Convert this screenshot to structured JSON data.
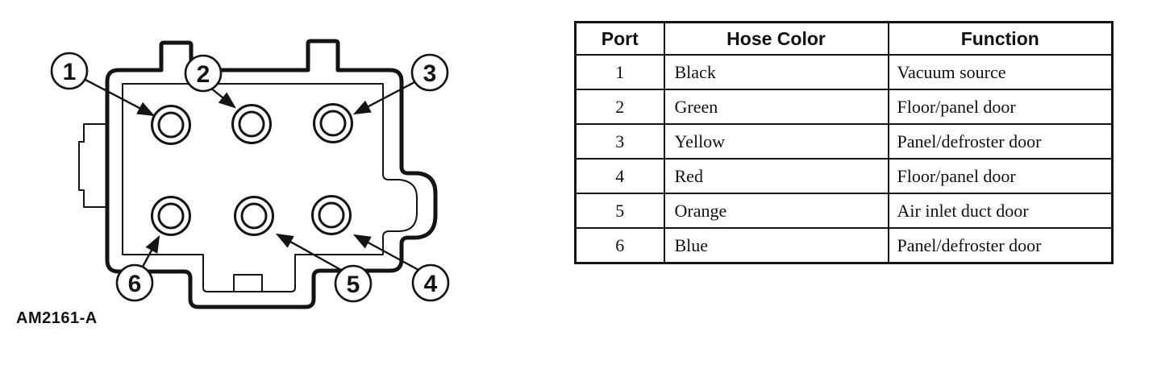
{
  "diagram": {
    "figure_label": "AM2161-A",
    "callouts": [
      {
        "number": "1"
      },
      {
        "number": "2"
      },
      {
        "number": "3"
      },
      {
        "number": "4"
      },
      {
        "number": "5"
      },
      {
        "number": "6"
      }
    ]
  },
  "table": {
    "headers": [
      "Port",
      "Hose Color",
      "Function"
    ],
    "rows": [
      [
        "1",
        "Black",
        "Vacuum source"
      ],
      [
        "2",
        "Green",
        "Floor/panel door"
      ],
      [
        "3",
        "Yellow",
        "Panel/defroster door"
      ],
      [
        "4",
        "Red",
        "Floor/panel door"
      ],
      [
        "5",
        "Orange",
        "Air inlet duct door"
      ],
      [
        "6",
        "Blue",
        "Panel/defroster door"
      ]
    ]
  },
  "colors": {
    "ink": "#141414",
    "paper": "#ffffff"
  }
}
